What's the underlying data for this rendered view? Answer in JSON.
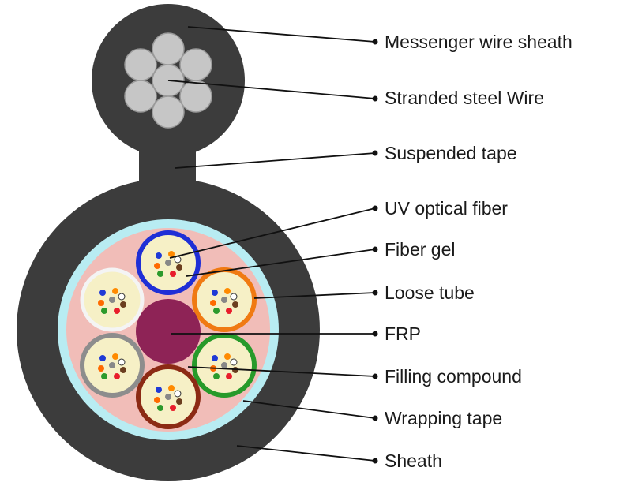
{
  "labels": [
    {
      "id": "messenger-wire-sheath",
      "text": "Messenger wire sheath"
    },
    {
      "id": "stranded-steel-wire",
      "text": "Stranded steel Wire"
    },
    {
      "id": "suspended-tape",
      "text": "Suspended tape"
    },
    {
      "id": "uv-optical-fiber",
      "text": "UV optical fiber"
    },
    {
      "id": "fiber-gel",
      "text": "Fiber gel"
    },
    {
      "id": "loose-tube",
      "text": "Loose tube"
    },
    {
      "id": "frp",
      "text": "FRP"
    },
    {
      "id": "filling-compound",
      "text": "Filling compound"
    },
    {
      "id": "wrapping-tape",
      "text": "Wrapping tape"
    },
    {
      "id": "sheath",
      "text": "Sheath"
    }
  ],
  "colors": {
    "sheath": "#3c3c3c",
    "wrapping_tape": "#b8ecf2",
    "filling_compound": "#f1bdb8",
    "frp": "#8e2356",
    "fiber_gel": "#f6f0c6",
    "steel_wire": "#c6c6c6",
    "leader_line": "#111111"
  },
  "loose_tube_colors": [
    "blue",
    "orange",
    "green",
    "brown",
    "gray",
    "white"
  ]
}
